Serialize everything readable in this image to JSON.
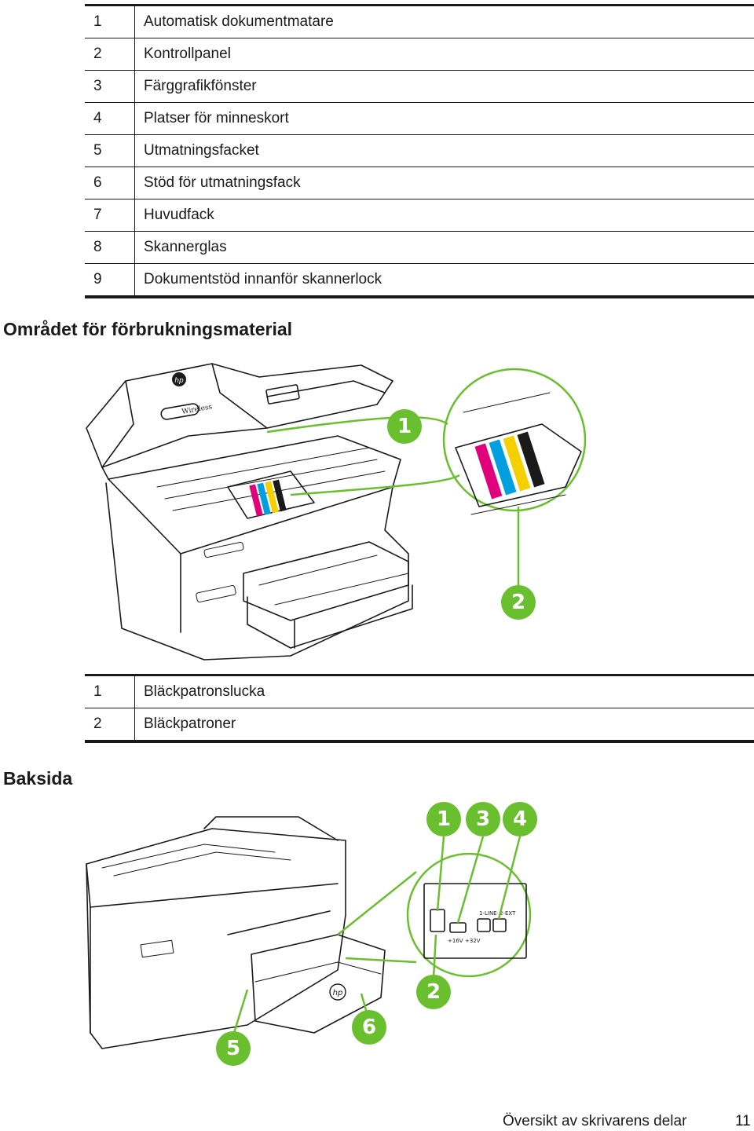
{
  "top_table": {
    "rows": [
      {
        "num": "1",
        "label": "Automatisk dokumentmatare"
      },
      {
        "num": "2",
        "label": "Kontrollpanel"
      },
      {
        "num": "3",
        "label": "Färggrafikfönster"
      },
      {
        "num": "4",
        "label": "Platser för minneskort"
      },
      {
        "num": "5",
        "label": "Utmatningsfacket"
      },
      {
        "num": "6",
        "label": "Stöd för utmatningsfack"
      },
      {
        "num": "7",
        "label": "Huvudfack"
      },
      {
        "num": "8",
        "label": "Skannerglas"
      },
      {
        "num": "9",
        "label": "Dokumentstöd innanför skannerlock"
      }
    ]
  },
  "supplies_section": {
    "title": "Området för förbrukningsmaterial",
    "illustration": {
      "printer_labels": [
        "Wireless"
      ],
      "callouts": [
        "1",
        "2"
      ],
      "cartridge_colors": [
        "#e0007a",
        "#00a0e0",
        "#f5d000",
        "#1a1a1a"
      ]
    },
    "table": {
      "rows": [
        {
          "num": "1",
          "label": "Bläckpatronslucka"
        },
        {
          "num": "2",
          "label": "Bläckpatroner"
        }
      ]
    }
  },
  "back_section": {
    "title": "Baksida",
    "illustration": {
      "callouts": [
        "1",
        "3",
        "4",
        "2",
        "6",
        "5"
      ],
      "port_labels": [
        "1-LINE",
        "2-EXT",
        "+16V",
        "+32V"
      ]
    }
  },
  "footer": {
    "section_name": "Översikt av skrivarens delar",
    "page_number": "11"
  },
  "colors": {
    "callout_green": "#6abf2e",
    "text": "#1a1a1a"
  }
}
